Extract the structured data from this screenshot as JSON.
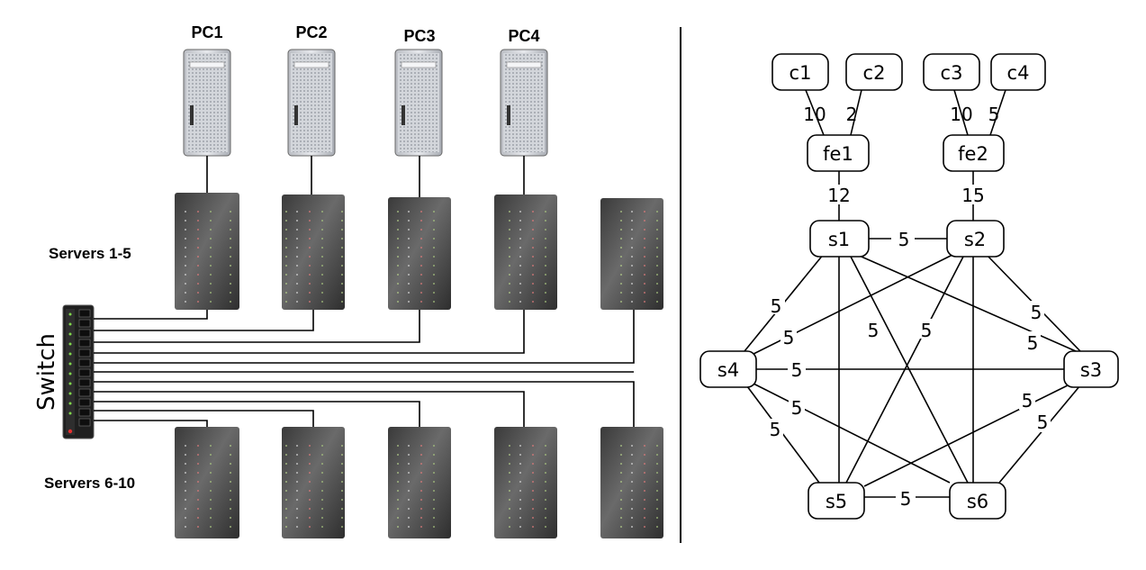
{
  "left": {
    "pc_labels": [
      "PC1",
      "PC2",
      "PC3",
      "PC4"
    ],
    "servers_top_label": "Servers 1-5",
    "servers_bottom_label": "Servers 6-10",
    "switch_label": "Switch"
  },
  "right": {
    "nodes": {
      "c1": "c1",
      "c2": "c2",
      "c3": "c3",
      "c4": "c4",
      "fe1": "fe1",
      "fe2": "fe2",
      "s1": "s1",
      "s2": "s2",
      "s3": "s3",
      "s4": "s4",
      "s5": "s5",
      "s6": "s6"
    },
    "weights": {
      "c1_fe1": "10",
      "c2_fe1": "2",
      "c3_fe2": "10",
      "c4_fe2": "5",
      "fe1_s1": "12",
      "fe2_s2": "15",
      "s1_s2": "5",
      "s1_s4": "5",
      "s1_s3": "5",
      "s1_s6": "5",
      "s2_s4": "5",
      "s2_s3": "5",
      "s2_s5": "5",
      "s4_s3": "5",
      "s4_s6": "5",
      "s4_s5": "5",
      "s3_s5": "5",
      "s3_s6": "5",
      "s5_s6": "5"
    }
  }
}
